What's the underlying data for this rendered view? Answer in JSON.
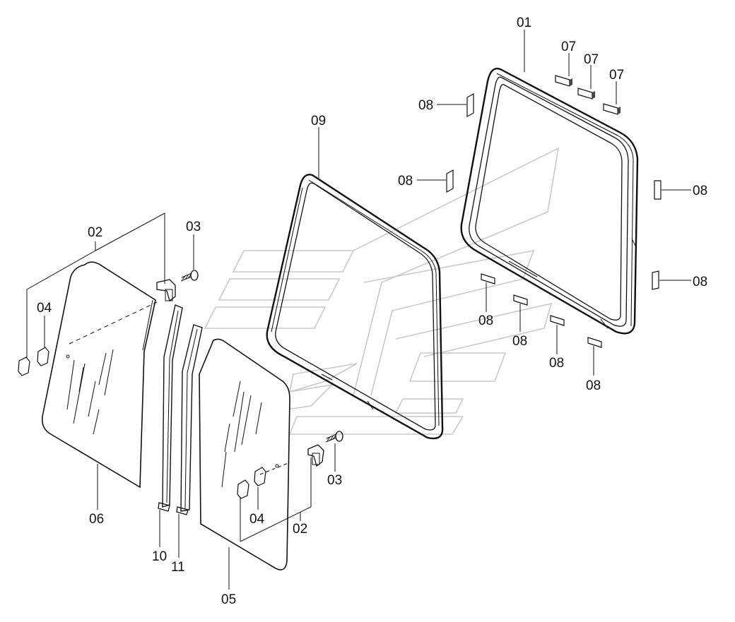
{
  "labels": {
    "p01": "01",
    "p02a": "02",
    "p02b": "02",
    "p03a": "03",
    "p03b": "03",
    "p04a": "04",
    "p04b": "04",
    "p05": "05",
    "p06": "06",
    "p07a": "07",
    "p07b": "07",
    "p07c": "07",
    "p08a": "08",
    "p08b": "08",
    "p08c": "08",
    "p08d": "08",
    "p08e": "08",
    "p08f": "08",
    "p08g": "08",
    "p08h": "08",
    "p09": "09",
    "p10": "10",
    "p11": "11"
  }
}
